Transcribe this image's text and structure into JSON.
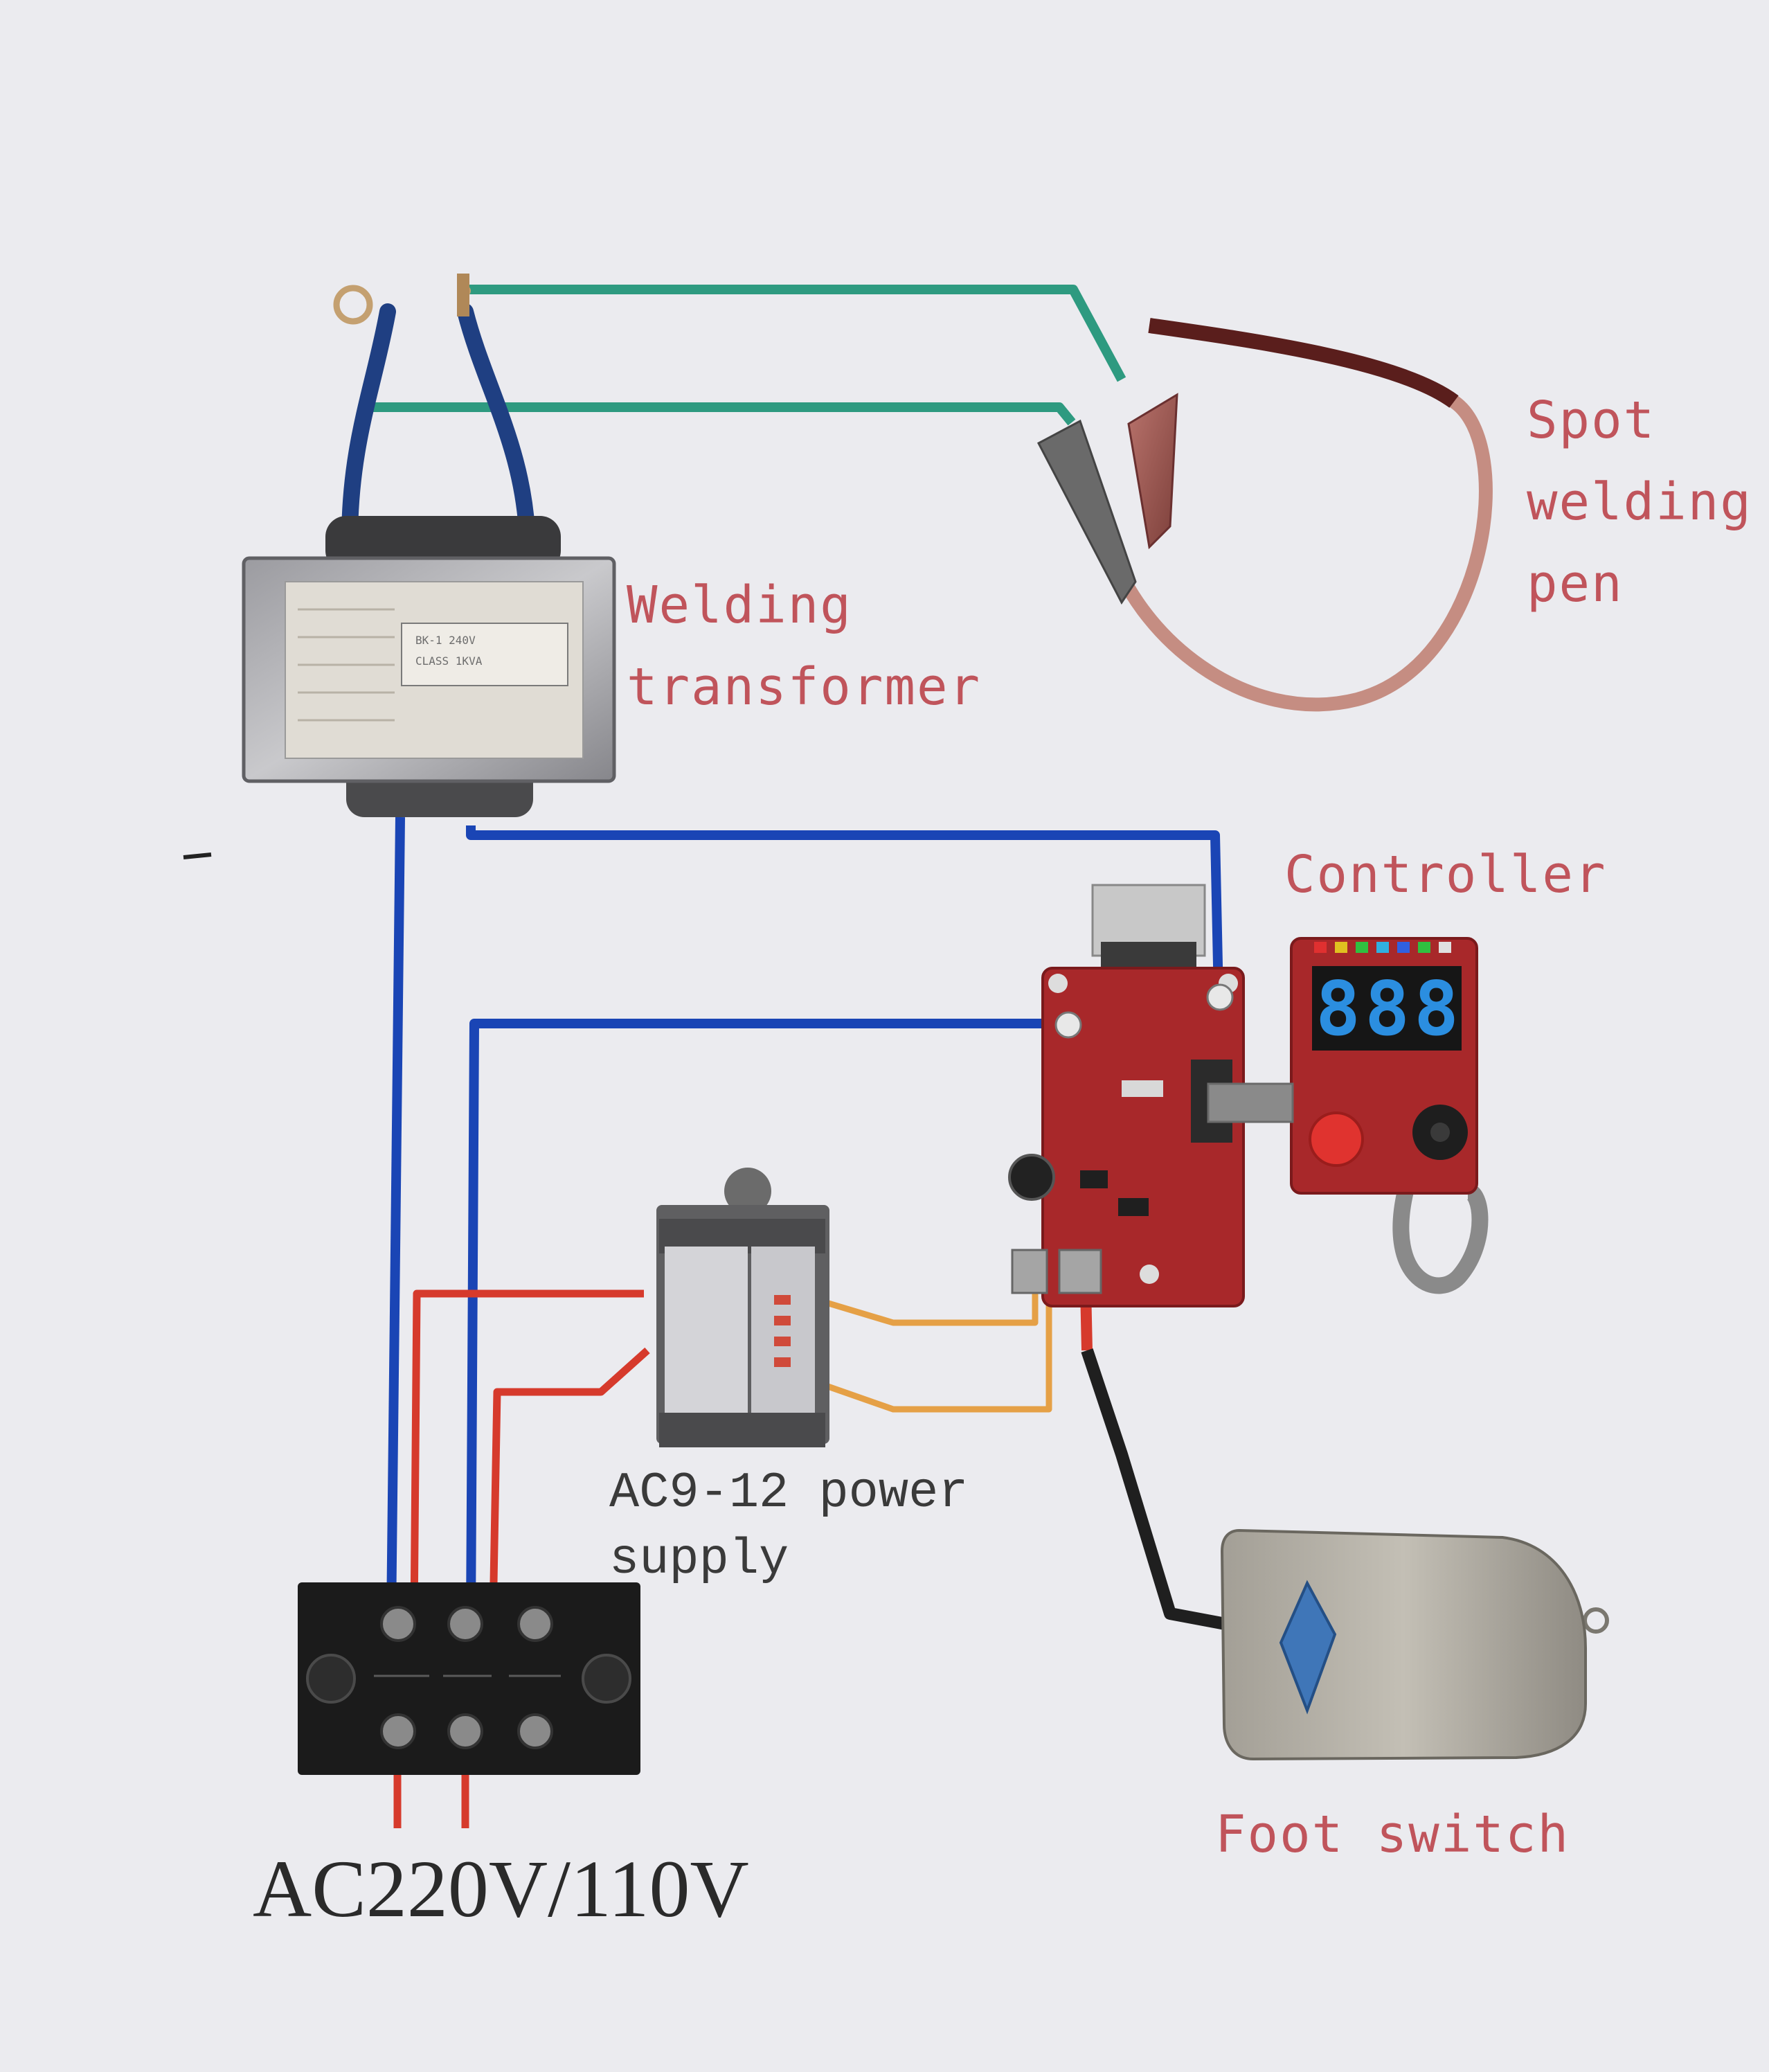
{
  "labels": {
    "spot_welding_pen": "Spot\nwelding\npen",
    "welding_transformer": "Welding\ntransformer",
    "controller": "Controller",
    "power_supply": "AC9-12 power\nsupply",
    "foot_switch": "Foot switch",
    "mains": "AC220V/110V"
  },
  "controller_display": "888",
  "colors": {
    "background": "#ebebef",
    "label_red": "#c0545b",
    "wire_blue": "#1a45b5",
    "wire_green": "#2e9a80",
    "wire_red": "#d63a2c",
    "wire_orange": "#e5a046",
    "pcb_red": "#a8282a",
    "lcd_blue": "#2b8ee0"
  },
  "icons": [
    "transformer-icon",
    "spot-welding-pen-icon",
    "controller-board-icon",
    "control-panel-icon",
    "power-transformer-icon",
    "terminal-block-icon",
    "foot-switch-icon"
  ]
}
